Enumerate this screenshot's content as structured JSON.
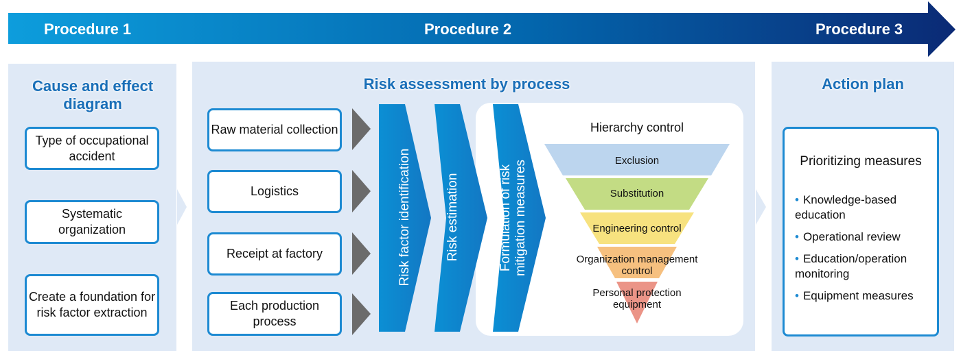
{
  "procedures": [
    "Procedure 1",
    "Procedure 2",
    "Procedure 3"
  ],
  "panel1": {
    "title": "Cause and effect diagram",
    "boxes": [
      "Type of occupational accident",
      "Systematic organization",
      "Create a foundation for risk factor extraction"
    ]
  },
  "panel2": {
    "title": "Risk assessment by process",
    "processes": [
      "Raw material collection",
      "Logistics",
      "Receipt at factory",
      "Each production process"
    ],
    "steps": [
      "Risk factor identification",
      "Risk estimation",
      "Formulation of risk mitigation measures"
    ],
    "hierarchy": {
      "title": "Hierarchy control",
      "levels": [
        "Exclusion",
        "Substitution",
        "Engineering control",
        "Organization management control",
        "Personal protection equipment"
      ],
      "colors": [
        "#bcd5ee",
        "#c3dc84",
        "#f7e27f",
        "#f6c07f",
        "#eb9487"
      ]
    }
  },
  "panel3": {
    "title": "Action plan",
    "heading": "Prioritizing measures",
    "items": [
      "Knowledge-based education",
      "Operational review",
      "Education/operation monitoring",
      "Equipment measures"
    ]
  },
  "colors": {
    "accent": "#1d8ad2",
    "title": "#1a6fb8",
    "panel": "#dfe9f6"
  }
}
